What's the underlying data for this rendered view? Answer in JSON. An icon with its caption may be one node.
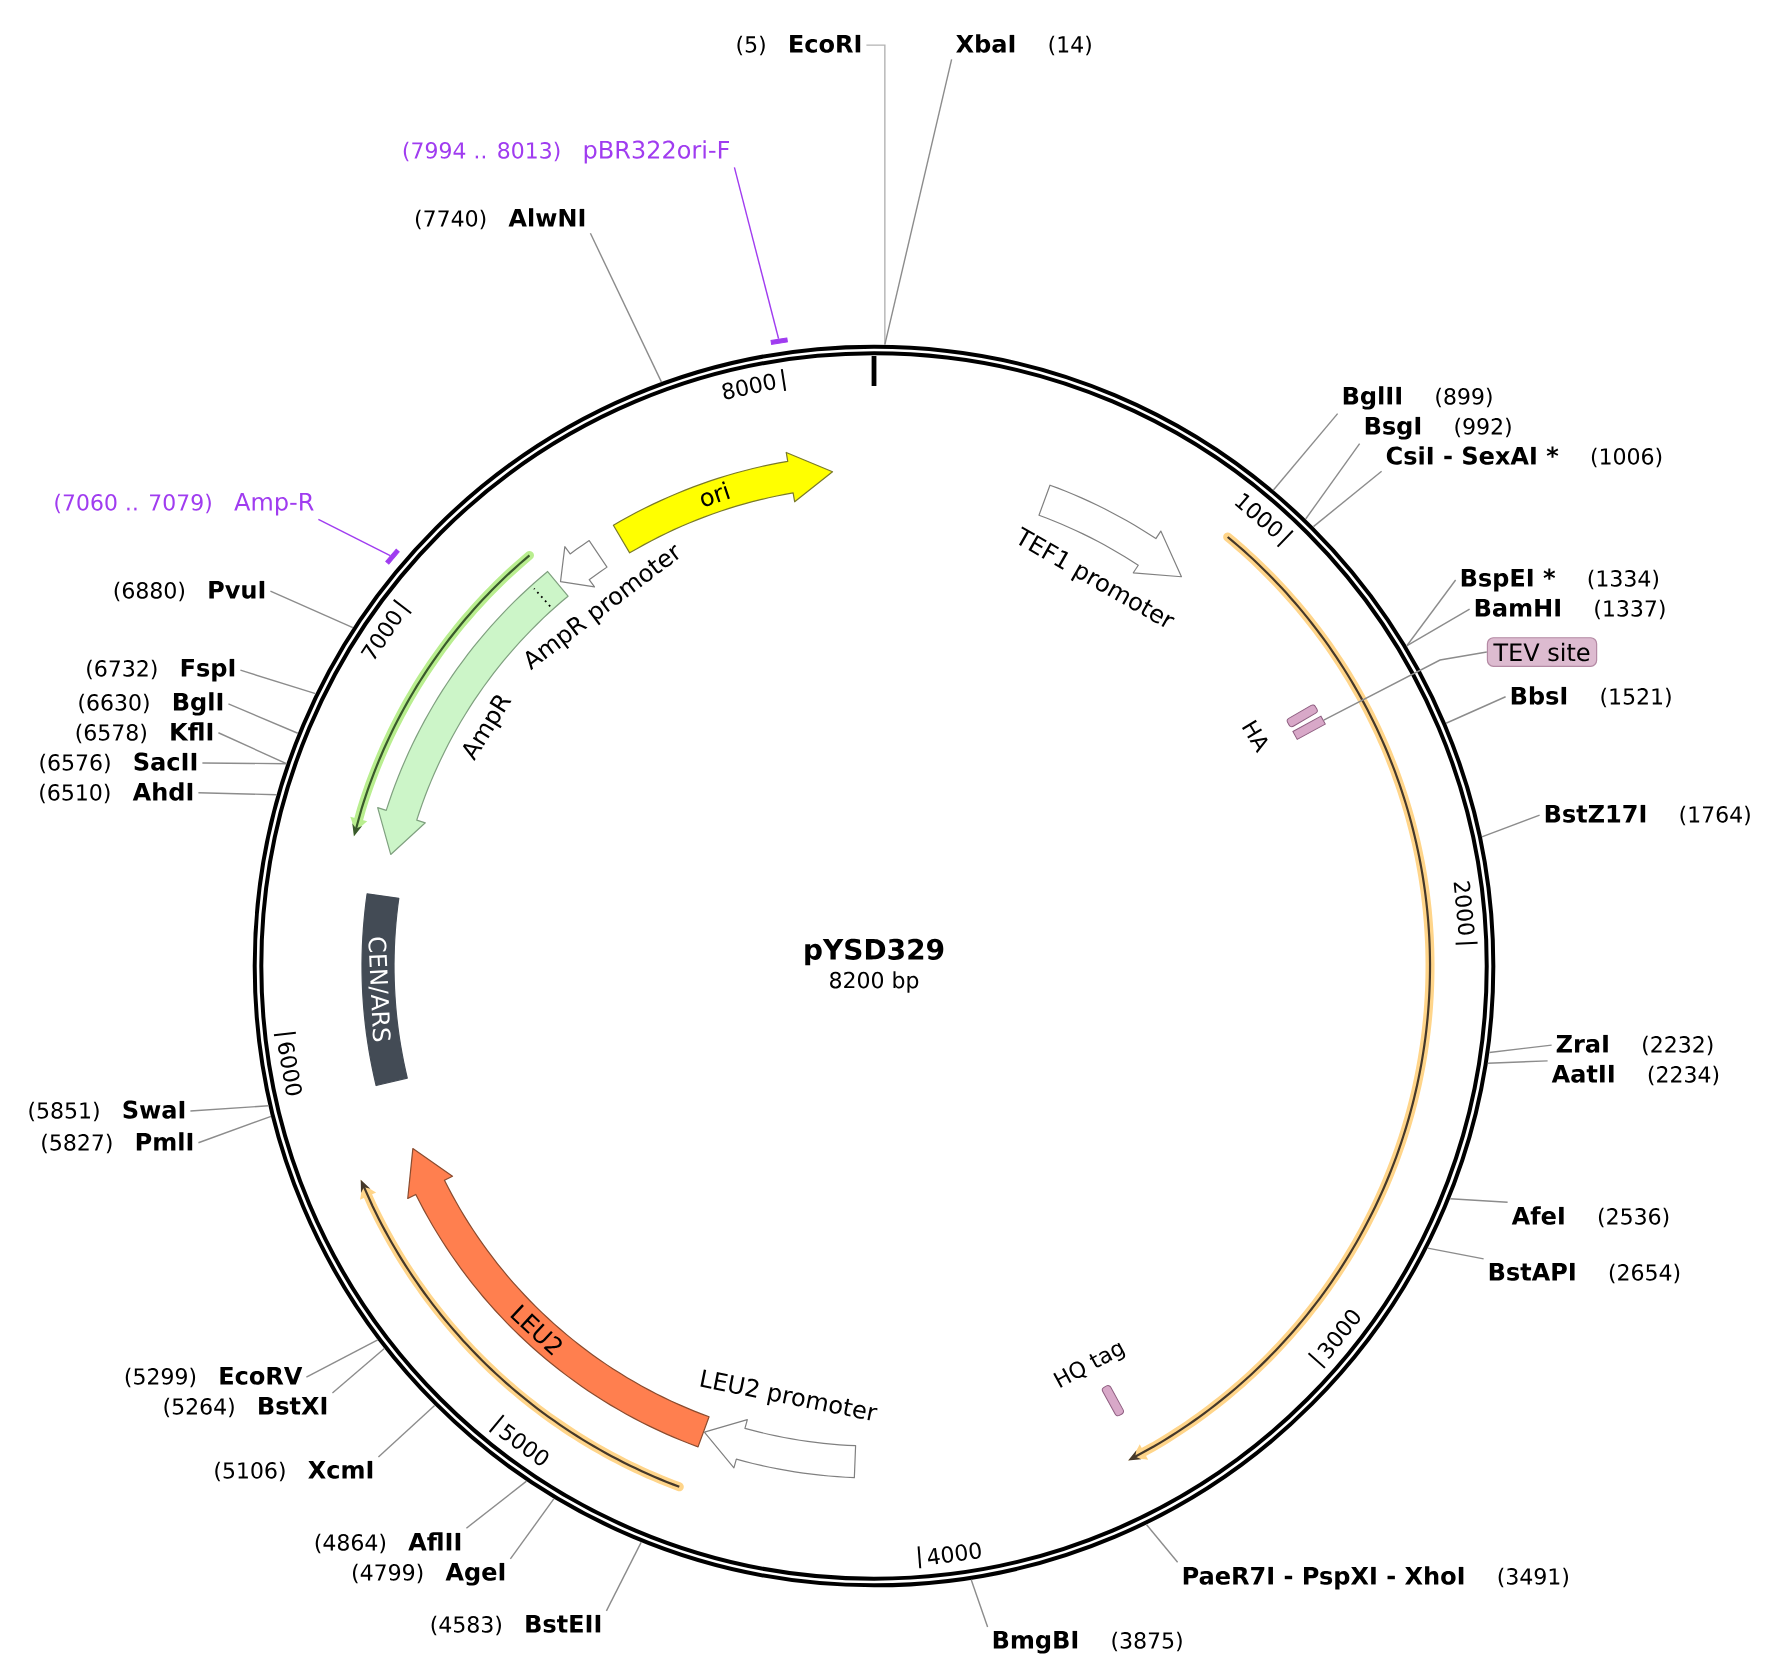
{
  "diagram": {
    "nodes": [
      {
        "text": [
          "pYSD329",
          "8200 bp"
        ]
      },
      {
        "text": [
          "(5)",
          "EcoRI"
        ]
      },
      {
        "text": [
          "XbaI",
          "(14)"
        ]
      },
      {
        "text": [
          "(7994 .. 8013)",
          "pBR322ori-F"
        ]
      },
      {
        "text": [
          "(7740)",
          "AlwNI"
        ]
      },
      {
        "text": [
          "BglII",
          "(899)"
        ]
      },
      {
        "text": [
          "BsgI",
          "(992)"
        ]
      },
      {
        "text": [
          "CsiI - SexAI *",
          "(1006)"
        ]
      },
      {
        "text": [
          "(7060 .. 7079)",
          "Amp-R"
        ]
      },
      {
        "text": [
          "BspEI *",
          "(1334)"
        ]
      },
      {
        "text": [
          "(6880)",
          "PvuI"
        ]
      },
      {
        "text": [
          "BamHI",
          "(1337)"
        ]
      },
      {
        "text": [
          "TEV site"
        ]
      },
      {
        "text": [
          "(6732)",
          "FspI"
        ]
      },
      {
        "text": [
          "BbsI",
          "(1521)"
        ]
      },
      {
        "text": [
          "(6630)",
          "BglI"
        ]
      },
      {
        "text": [
          "(6578)",
          "KflI"
        ]
      },
      {
        "text": [
          "(6576)",
          "SacII"
        ]
      },
      {
        "text": [
          "(6510)",
          "AhdI"
        ]
      },
      {
        "text": [
          "BstZ17I",
          "(1764)"
        ]
      },
      {
        "text": [
          "ZraI",
          "(2232)"
        ]
      },
      {
        "text": [
          "AatII",
          "(2234)"
        ]
      },
      {
        "text": [
          "(5851)",
          "SwaI"
        ]
      },
      {
        "text": [
          "(5827)",
          "PmlI"
        ]
      },
      {
        "text": [
          "AfeI",
          "(2536)"
        ]
      },
      {
        "text": [
          "BstAPI",
          "(2654)"
        ]
      },
      {
        "text": [
          "(5299)",
          "EcoRV"
        ]
      },
      {
        "text": [
          "(5264)",
          "BstXI"
        ]
      },
      {
        "text": [
          "(5106)",
          "XcmI"
        ]
      },
      {
        "text": [
          "(4864)",
          "AflII"
        ]
      },
      {
        "text": [
          "(4799)",
          "AgeI"
        ]
      },
      {
        "text": [
          "PaeR7I - PspXI - XhoI",
          "(3491)"
        ]
      },
      {
        "text": [
          "(4583)",
          "BstEII"
        ]
      },
      {
        "text": [
          "BmgBI",
          "(3875)"
        ]
      },
      {
        "text": [],
        "shape": "bar"
      },
      {
        "text": [],
        "shape": "bar"
      },
      {
        "text": [
          "ori"
        ],
        "in": 0
      },
      {
        "text": [
          "TEF1 promoter"
        ],
        "in": 0
      },
      {
        "text": [
          "AmpR promoter"
        ],
        "in": 0
      },
      {
        "text": [
          "AmpR"
        ],
        "in": 0
      },
      {
        "text": [
          "HA"
        ],
        "in": 0
      },
      {
        "text": [],
        "shape": "bar",
        "in": 0
      },
      {
        "text": [
          "CEN/ARS"
        ],
        "in": 0
      },
      {
        "text": [
          "LEU2"
        ],
        "in": 0
      },
      {
        "text": [
          "HQ tag"
        ],
        "in": 0
      },
      {
        "text": [
          "LEU2 promoter"
        ],
        "in": 0
      }
    ],
    "edges": [
      {
        "from": 1,
        "to": 0,
        "arrow": "none",
        "color": "#b3b3b3"
      },
      {
        "from": 2,
        "to": 0,
        "arrow": "none"
      },
      {
        "from": 3,
        "to": 34,
        "arrow": "none",
        "color": "#a03cf0"
      },
      {
        "from": 4,
        "to": 0,
        "arrow": "none"
      },
      {
        "from": 5,
        "to": 0,
        "arrow": "none"
      },
      {
        "from": 6,
        "to": 0,
        "arrow": "none"
      },
      {
        "from": 7,
        "to": 0,
        "arrow": "none"
      },
      {
        "from": 8,
        "to": 35,
        "arrow": "none",
        "color": "#a03cf0"
      },
      {
        "from": 9,
        "to": 0,
        "arrow": "none"
      },
      {
        "from": 10,
        "to": 0,
        "arrow": "none"
      },
      {
        "from": 11,
        "to": 0,
        "arrow": "none"
      },
      {
        "from": 12,
        "to": 41,
        "arrow": "none"
      },
      {
        "from": 13,
        "to": 0,
        "arrow": "none"
      },
      {
        "from": 14,
        "to": 0,
        "arrow": "none"
      },
      {
        "from": 15,
        "to": 0,
        "arrow": "none"
      },
      {
        "from": 16,
        "to": 0,
        "arrow": "none"
      },
      {
        "from": 17,
        "to": 0,
        "arrow": "none"
      },
      {
        "from": 18,
        "to": 0,
        "arrow": "none"
      },
      {
        "from": 19,
        "to": 0,
        "arrow": "none"
      },
      {
        "from": 20,
        "to": 0,
        "arrow": "none"
      },
      {
        "from": 21,
        "to": 0,
        "arrow": "none"
      },
      {
        "from": 22,
        "to": 0,
        "arrow": "none"
      },
      {
        "from": 23,
        "to": 0,
        "arrow": "none"
      },
      {
        "from": 24,
        "to": 0,
        "arrow": "none"
      },
      {
        "from": 25,
        "to": 0,
        "arrow": "none"
      },
      {
        "from": 26,
        "to": 0,
        "arrow": "none"
      },
      {
        "from": 27,
        "to": 0,
        "arrow": "none"
      },
      {
        "from": 28,
        "to": 0,
        "arrow": "none"
      },
      {
        "from": 29,
        "to": 0,
        "arrow": "none"
      },
      {
        "from": 30,
        "to": 0,
        "arrow": "none"
      },
      {
        "from": 31,
        "to": 0,
        "arrow": "none"
      },
      {
        "from": 32,
        "to": 0,
        "arrow": "none"
      },
      {
        "from": 33,
        "to": 0,
        "arrow": "none"
      }
    ],
    "labels": [
      "8000",
      "1000",
      "7000",
      "2000",
      "6000",
      "3000",
      "5000",
      "4000"
    ]
  }
}
